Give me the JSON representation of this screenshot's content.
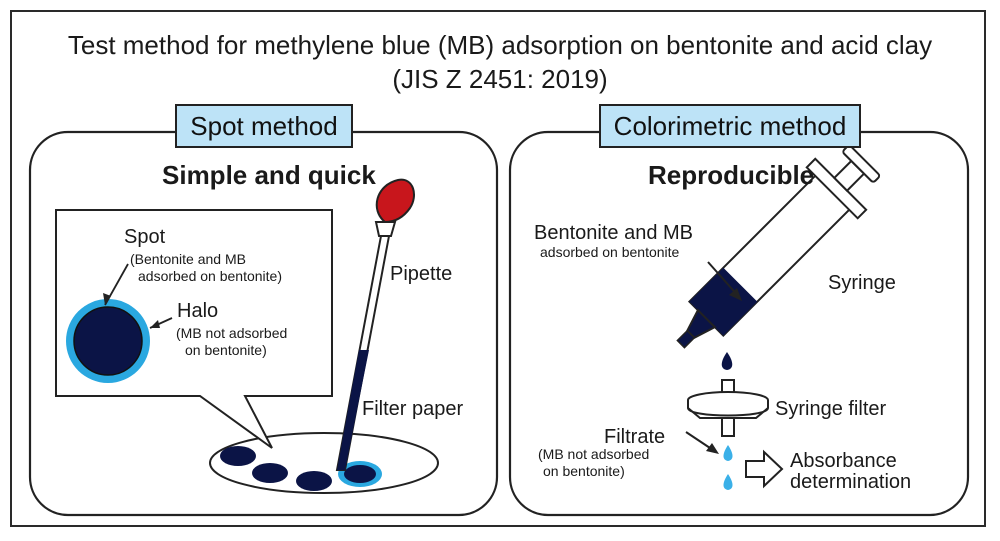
{
  "title": {
    "line1": "Test method for methylene blue (MB) adsorption on bentonite and acid clay",
    "line2": "(JIS Z 2451: 2019)"
  },
  "spot_panel": {
    "tag": "Spot method",
    "heading": "Simple and quick",
    "spot_label": "Spot",
    "spot_note_1": "(Bentonite and MB",
    "spot_note_2": "adsorbed on bentonite)",
    "halo_label": "Halo",
    "halo_note_1": "(MB not adsorbed",
    "halo_note_2": "on bentonite)",
    "pipette_label": "Pipette",
    "filter_paper_label": "Filter paper"
  },
  "colorimetric_panel": {
    "tag": "Colorimetric method",
    "heading": "Reproducible",
    "bentonite_label": "Bentonite and MB",
    "bentonite_note": "adsorbed on bentonite",
    "syringe_label": "Syringe",
    "syringe_filter_label": "Syringe filter",
    "filtrate_label": "Filtrate",
    "filtrate_note_1": "(MB not adsorbed",
    "filtrate_note_2": "on bentonite)",
    "absorbance_1": "Absorbance",
    "absorbance_2": "determination"
  },
  "colors": {
    "mb_dark": "#0b1446",
    "halo_blue": "#2aa8e0",
    "tag_fill": "#bde3f7",
    "pipette_bulb": "#c8161c",
    "drop_light": "#3ab0e8"
  }
}
